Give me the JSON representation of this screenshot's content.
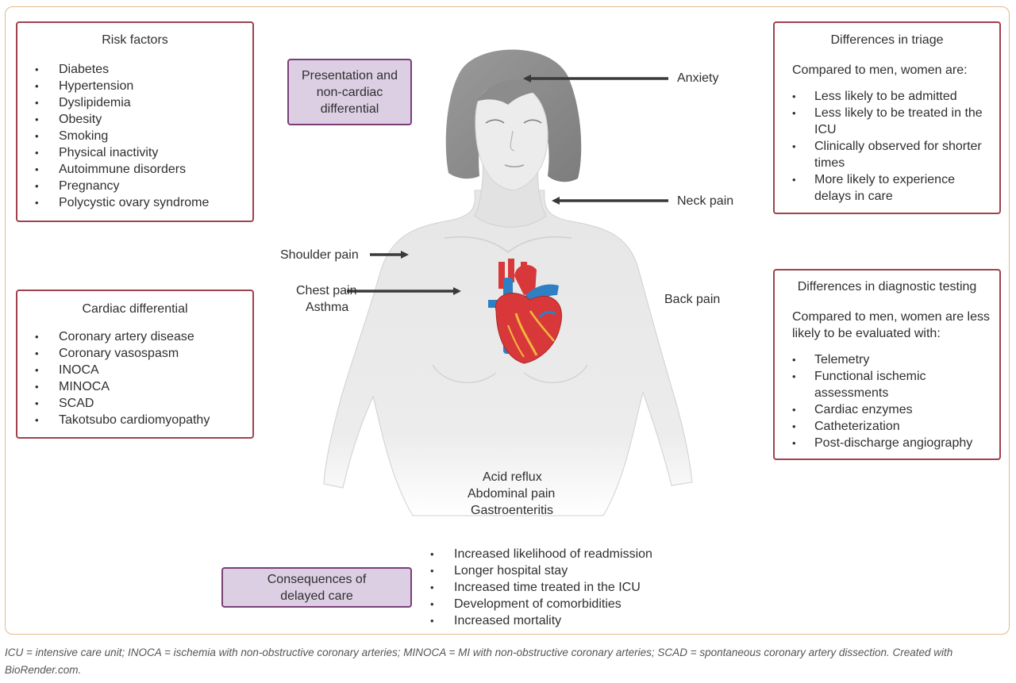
{
  "risk_factors": {
    "title": "Risk factors",
    "items": [
      "Diabetes",
      "Hypertension",
      "Dyslipidemia",
      "Obesity",
      "Smoking",
      "Physical inactivity",
      "Autoimmune disorders",
      "Pregnancy",
      "Polycystic ovary syndrome"
    ]
  },
  "cardiac_differential": {
    "title": "Cardiac differential",
    "items": [
      "Coronary artery disease",
      "Coronary vasospasm",
      "INOCA",
      "MINOCA",
      "SCAD",
      "Takotsubo cardiomyopathy"
    ]
  },
  "presentation": {
    "label": "Presentation and non-cardiac differential"
  },
  "consequences": {
    "label": "Consequences of delayed care",
    "items": [
      "Increased likelihood of readmission",
      "Longer hospital stay",
      "Increased time treated in the ICU",
      "Development of comorbidities",
      "Increased mortality"
    ]
  },
  "triage": {
    "title": "Differences in triage",
    "intro": "Compared to men, women are:",
    "items": [
      "Less likely to be admitted",
      "Less likely to be treated in the ICU",
      "Clinically observed for shorter times",
      "More likely to experience delays in care"
    ]
  },
  "diagnostic": {
    "title": "Differences in diagnostic testing",
    "intro": "Compared to men, women are less likely to be evaluated with:",
    "items": [
      "Telemetry",
      "Functional ischemic assessments",
      "Cardiac enzymes",
      "Catheterization",
      "Post-discharge angiography"
    ]
  },
  "symptoms": {
    "anxiety": "Anxiety",
    "neck_pain": "Neck pain",
    "shoulder_pain": "Shoulder pain",
    "chest_pain": "Chest pain",
    "asthma": "Asthma",
    "back_pain": "Back pain",
    "acid_reflux": "Acid reflux",
    "abdominal_pain": "Abdominal pain",
    "gastroenteritis": "Gastroenteritis"
  },
  "footnote": "ICU = intensive care unit; INOCA = ischemia with non-obstructive coronary arteries; MINOCA = MI with non-obstructive coronary arteries; SCAD = spontaneous coronary artery dissection. Created with BioRender.com.",
  "colors": {
    "box_border": "#a0414e",
    "frame_border": "#e2b98c",
    "purple_fill": "#dccfe3",
    "purple_border": "#7a3f77",
    "heart_red": "#d8383a",
    "vessel_blue": "#2e7fc3"
  }
}
